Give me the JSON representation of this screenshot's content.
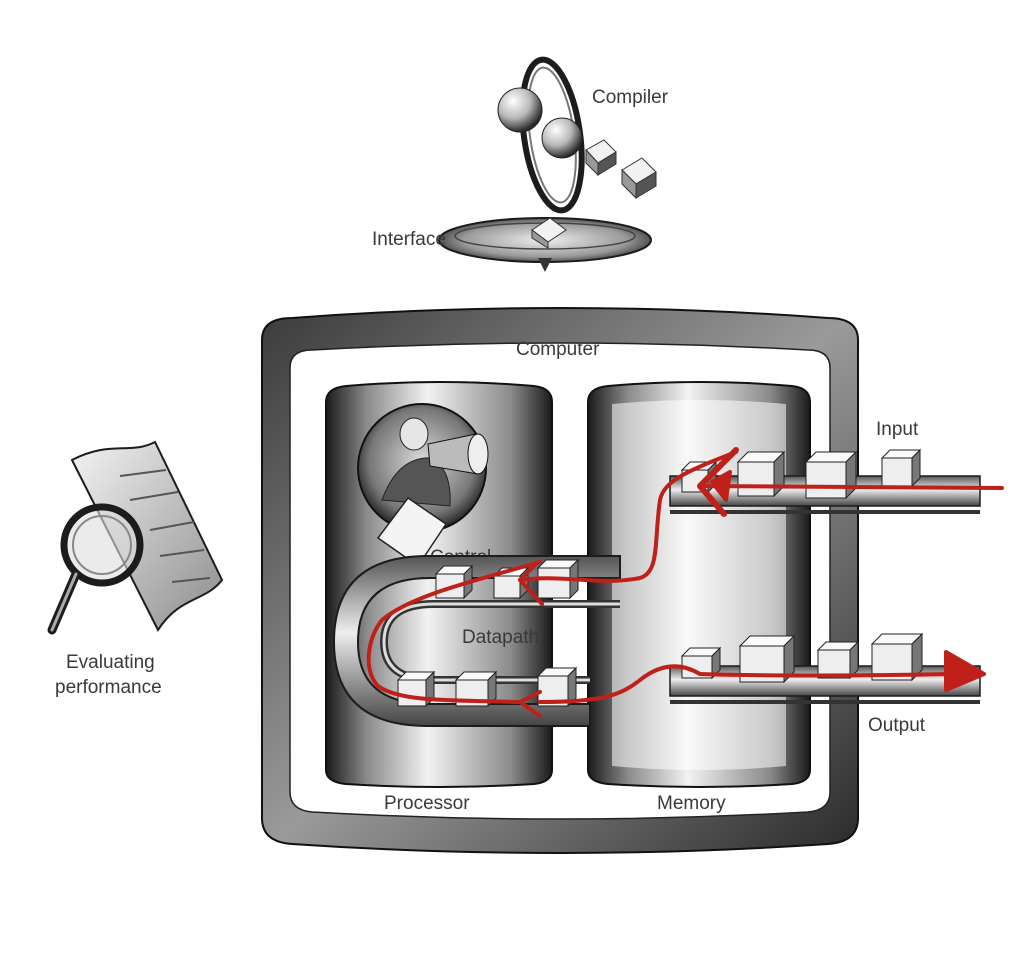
{
  "labels": {
    "compiler": "Compiler",
    "interface": "Interface",
    "computer": "Computer",
    "input": "Input",
    "control": "Control",
    "datapath": "Datapath",
    "output": "Output",
    "processor": "Processor",
    "memory": "Memory",
    "evaluating_line1": "Evaluating",
    "evaluating_line2": "performance"
  },
  "colors": {
    "annotation": "#c0201a",
    "ink": "#1c1c1c",
    "label": "#3a3a3a"
  },
  "icons": {
    "compiler": "gyroscope-icon",
    "evaluating": "magnifier-document-icon",
    "control": "person-megaphone-icon"
  }
}
